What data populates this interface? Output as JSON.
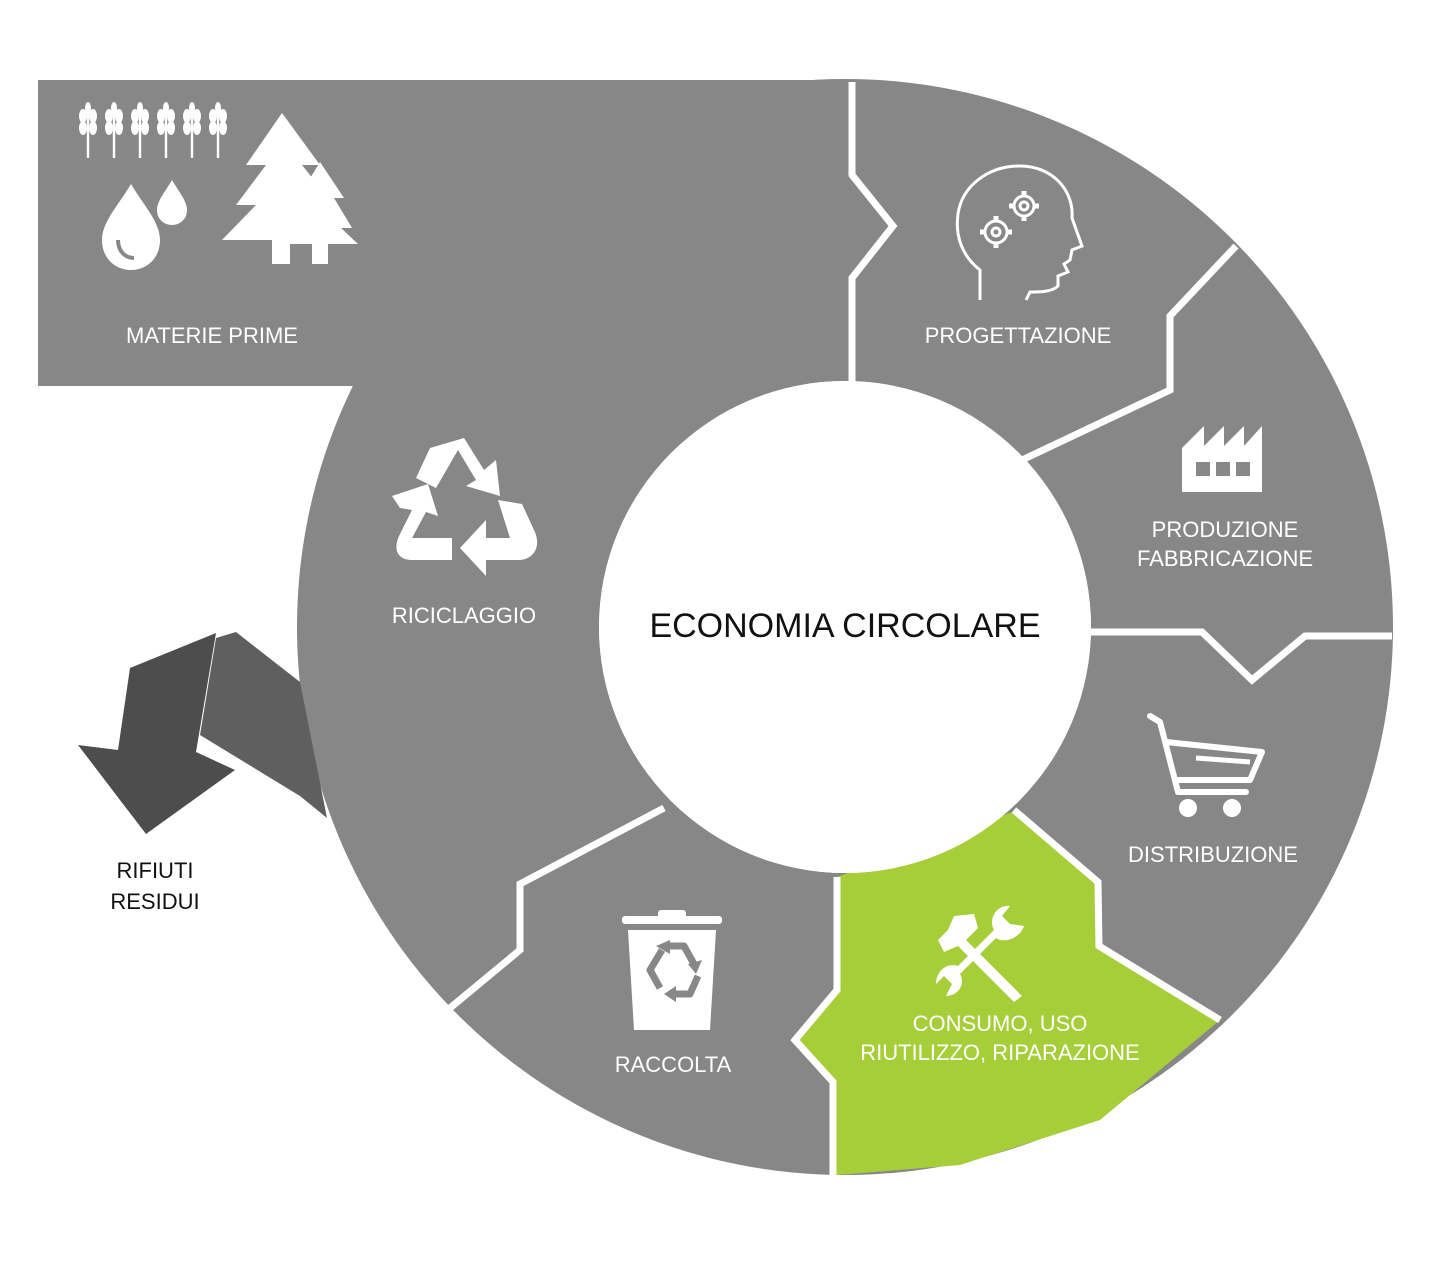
{
  "center": {
    "title": "ECONOMIA CIRCOLARE"
  },
  "segments": {
    "materie_prime": {
      "label": "MATERIE PRIME"
    },
    "progettazione": {
      "label": "PROGETTAZIONE"
    },
    "produzione": {
      "line1": "PRODUZIONE",
      "line2": "FABBRICAZIONE"
    },
    "distribuzione": {
      "label": "DISTRIBUZIONE"
    },
    "consumo": {
      "line1": "CONSUMO, USO",
      "line2": "RIUTILIZZO, RIPARAZIONE"
    },
    "raccolta": {
      "label": "RACCOLTA"
    },
    "riciclaggio": {
      "label": "RICICLAGGIO"
    }
  },
  "waste": {
    "line1": "RIFIUTI",
    "line2": "RESIDUI"
  },
  "colors": {
    "segment_gray": "#878787",
    "highlight_green": "#a6ce39",
    "arrow_dark": "#4d4d4d",
    "arrow_mid": "#5f5f5f",
    "divider": "#ffffff"
  },
  "icons": {
    "materie_prime": [
      "wheat-icon",
      "water-drops-icon",
      "trees-icon"
    ],
    "progettazione": "head-gears-icon",
    "produzione": "factory-icon",
    "distribuzione": "shopping-cart-icon",
    "consumo": "tools-icon",
    "raccolta": "recycle-bin-icon",
    "riciclaggio": "recycle-icon"
  }
}
